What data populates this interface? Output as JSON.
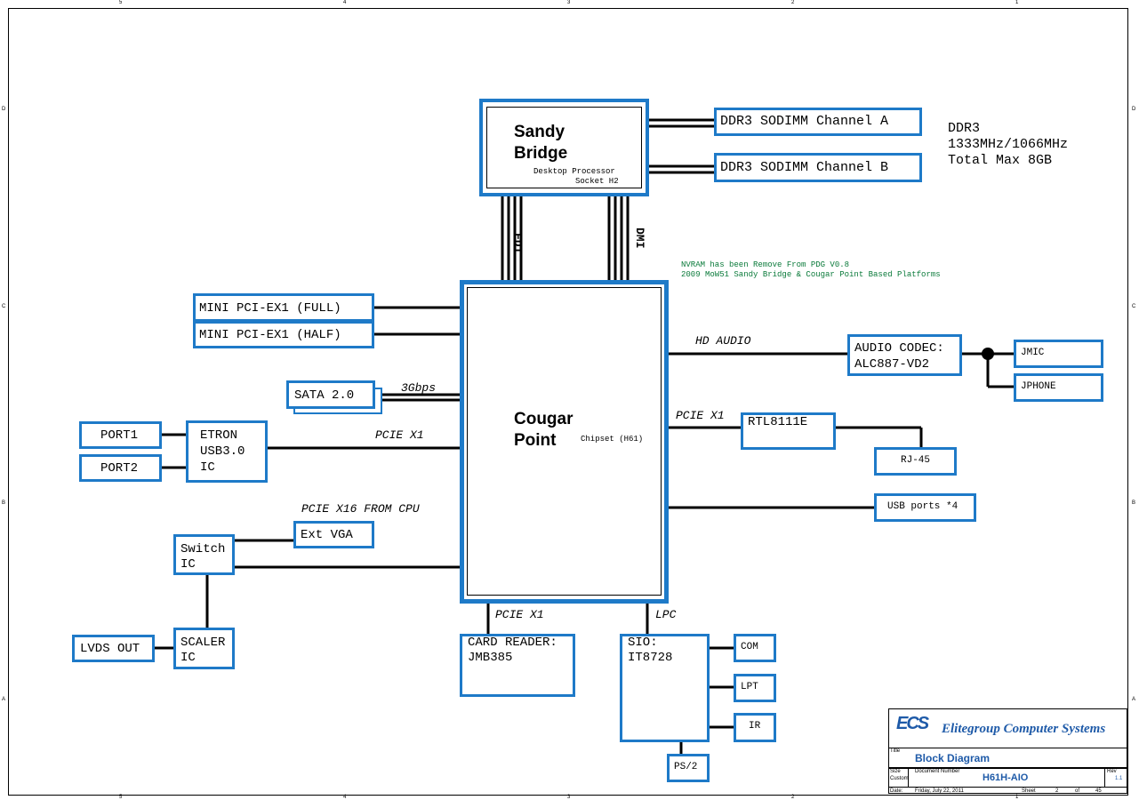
{
  "ruler": {
    "top": [
      "5",
      "4",
      "3",
      "2",
      "1"
    ],
    "side": [
      "D",
      "C",
      "B",
      "A"
    ]
  },
  "cpu": {
    "name": "Sandy Bridge",
    "sub1": "Desktop Processor",
    "sub2": "Socket H2"
  },
  "memory": {
    "channel_a": "DDR3 SODIMM Channel A",
    "channel_b": "DDR3 SODIMM Channel B",
    "note_line1": "DDR3",
    "note_line2": "1333MHz/1066MHz",
    "note_line3": "Total Max 8GB"
  },
  "links": {
    "fdi": "FDI",
    "dmi": "DMI"
  },
  "notes": {
    "line1": "NVRAM has been Remove From PDG V0.8",
    "line2": "2009 MoW51 Sandy Bridge & Cougar Point Based Platforms"
  },
  "pch": {
    "name": "Cougar Point",
    "sub": "Chipset (H61)"
  },
  "left": {
    "mini_full": "MINI PCI-EX1 (FULL)",
    "mini_half": "MINI PCI-EX1 (HALF)",
    "sata": "SATA 2.0",
    "sata_speed": "3Gbps",
    "port1": "PORT1",
    "port2": "PORT2",
    "etron_l1": "ETRON",
    "etron_l2": "USB3.0",
    "etron_l3": "IC",
    "pcie_x1": "PCIE X1",
    "pcie_x16": "PCIE X16 FROM CPU",
    "ext_vga": "Ext VGA",
    "switch_l1": "Switch",
    "switch_l2": "IC",
    "scaler_l1": "SCALER",
    "scaler_l2": "IC",
    "lvds": "LVDS OUT"
  },
  "right": {
    "hd_audio": "HD AUDIO",
    "codec_l1": "AUDIO CODEC:",
    "codec_l2": "ALC887-VD2",
    "jmic": "JMIC",
    "jphone": "JPHONE",
    "pcie_x1": "PCIE X1",
    "rtl": "RTL8111E",
    "rj45": "RJ-45",
    "usb": "USB ports *4"
  },
  "bottom": {
    "pcie_x1": "PCIE X1",
    "lpc": "LPC",
    "card_l1": "CARD READER:",
    "card_l2": "JMB385",
    "sio_l1": "SIO:",
    "sio_l2": "IT8728",
    "com": "COM",
    "lpt": "LPT",
    "ir": "IR",
    "ps2": "PS/2"
  },
  "title_block": {
    "logo": "ECS",
    "company": "Elitegroup Computer Systems",
    "title_label": "Title",
    "title": "Block Diagram",
    "size_label": "Size",
    "custom_label": "Custom",
    "docnum_label": "Document Number",
    "docnum": "H61H-AIO",
    "rev_label": "Rev",
    "rev": "1.1",
    "date_label": "Date:",
    "date": "Friday, July 22, 2011",
    "sheet_label": "Sheet",
    "sheet": "2",
    "of_label": "of",
    "total": "45"
  },
  "colors": {
    "accent": "#1e7ac8",
    "note": "#0a7a3a",
    "title_blue": "#1e5aa8"
  }
}
